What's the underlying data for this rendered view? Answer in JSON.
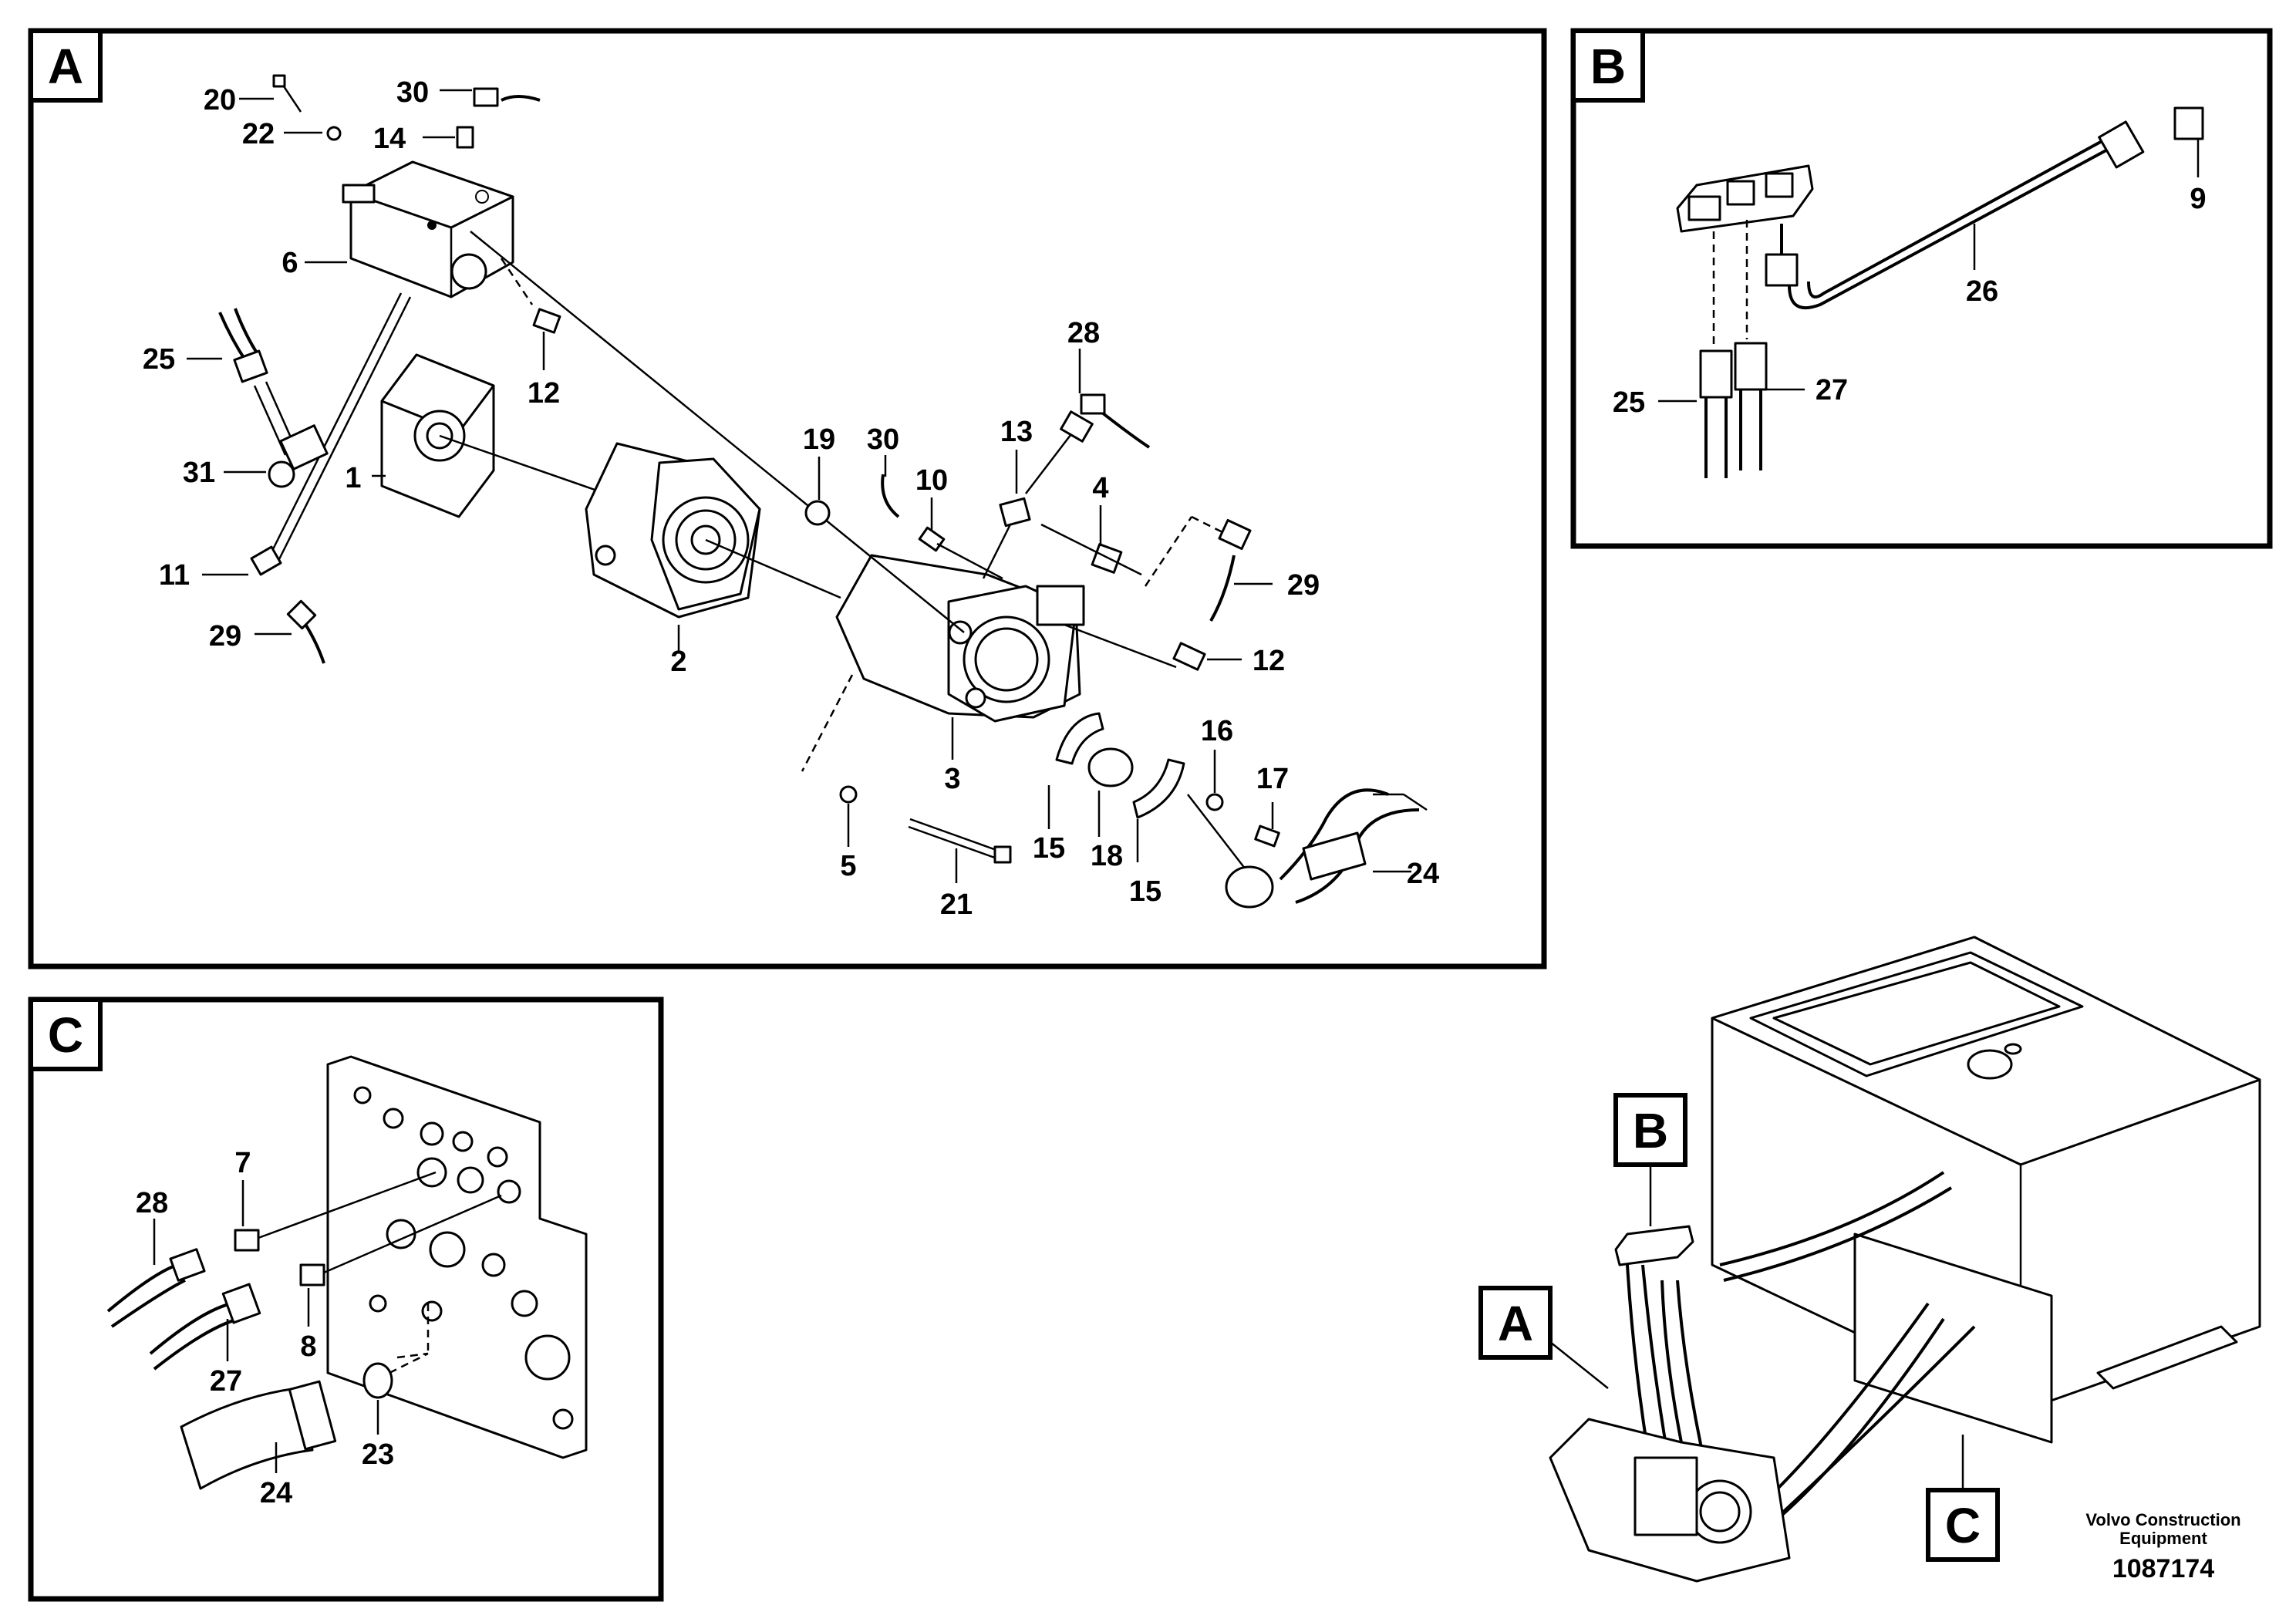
{
  "panels": {
    "A": {
      "label": "A"
    },
    "B": {
      "label": "B"
    },
    "C": {
      "label": "C"
    }
  },
  "overview": {
    "labels": {
      "A": "A",
      "B": "B",
      "C": "C"
    }
  },
  "callouts": {
    "A": [
      "20",
      "30",
      "22",
      "14",
      "6",
      "12",
      "25",
      "31",
      "1",
      "11",
      "29",
      "28",
      "19",
      "30",
      "13",
      "10",
      "4",
      "29",
      "2",
      "12",
      "3",
      "16",
      "17",
      "15",
      "18",
      "15",
      "5",
      "21",
      "24"
    ],
    "B": [
      "9",
      "26",
      "25",
      "27"
    ],
    "C": [
      "7",
      "28",
      "27",
      "8",
      "24",
      "23"
    ]
  },
  "footer": {
    "company_line1": "Volvo Construction",
    "company_line2": "Equipment",
    "drawing_number": "1087174"
  }
}
